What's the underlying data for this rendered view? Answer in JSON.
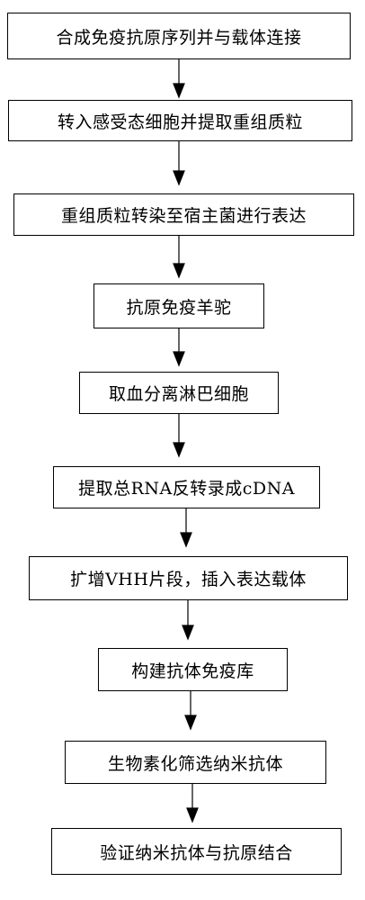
{
  "flowchart": {
    "steps": [
      "合成免疫抗原序列并与载体连接",
      "转入感受态细胞并提取重组质粒",
      "重组质粒转染至宿主菌进行表达",
      "抗原免疫羊驼",
      "取血分离淋巴细胞",
      "提取总RNA反转录成cDNA",
      "扩增VHH片段，插入表达载体",
      "构建抗体免疫库",
      "生物素化筛选纳米抗体",
      "验证纳米抗体与抗原结合"
    ]
  }
}
